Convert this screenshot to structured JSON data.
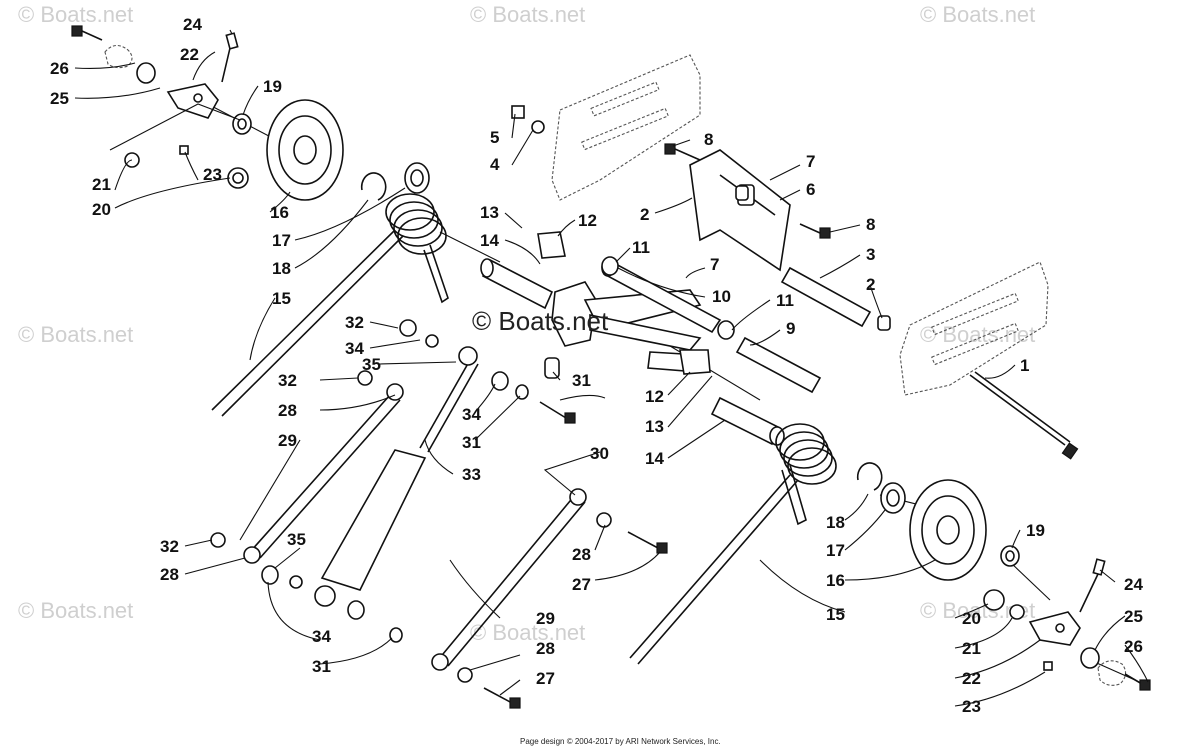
{
  "watermark": "© Boats.net",
  "center_watermark": "© Boats.net",
  "footer": "Page design © 2004-2017 by ARI Network Services, Inc.",
  "callouts": [
    "1",
    "2",
    "3",
    "4",
    "5",
    "6",
    "7",
    "8",
    "9",
    "10",
    "11",
    "12",
    "13",
    "14",
    "15",
    "16",
    "17",
    "18",
    "19",
    "20",
    "21",
    "22",
    "23",
    "24",
    "25",
    "26",
    "27",
    "28",
    "29",
    "30",
    "31",
    "32",
    "33",
    "34",
    "35"
  ]
}
